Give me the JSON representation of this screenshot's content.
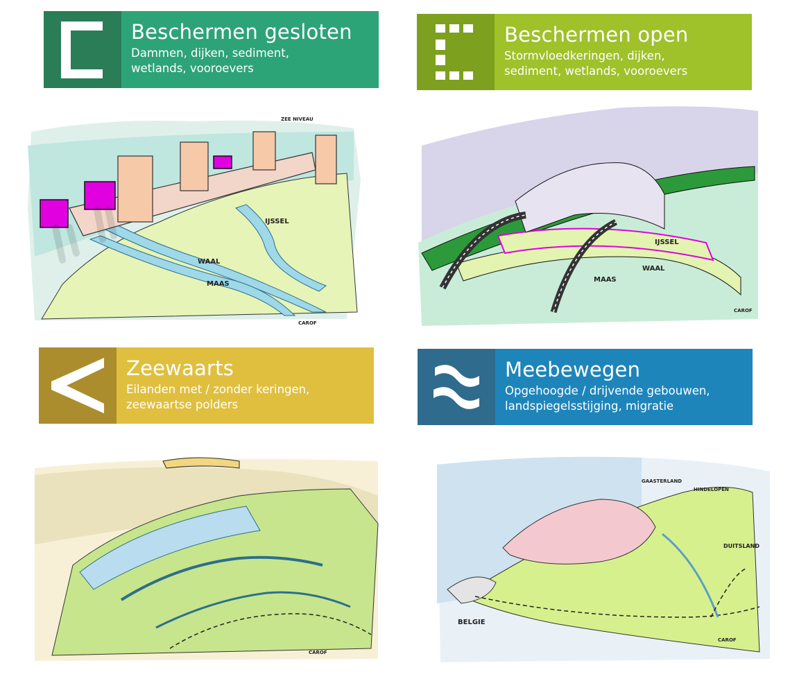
{
  "quadrants": [
    {
      "id": "beschermen-gesloten",
      "title": "Beschermen gesloten",
      "subtitle_line1": "Dammen, dijken, sediment,",
      "subtitle_line2": "wetlands, vooroevers",
      "icon": "closed-bracket-icon",
      "color_dark": "#2a7d57",
      "color_light": "#2da378",
      "labels": {
        "ijssel": "IJSSEL",
        "waal": "WAAL",
        "maas": "MAAS",
        "zeeniveau": "ZEE NIVEAU",
        "signature": "CAROF"
      }
    },
    {
      "id": "beschermen-open",
      "title": "Beschermen open",
      "subtitle_line1": "Stormvloedkeringen, dijken,",
      "subtitle_line2": "sediment, wetlands, vooroevers",
      "icon": "dashed-bracket-icon",
      "color_dark": "#7da01f",
      "color_light": "#9fc12a",
      "labels": {
        "ijssel": "IJSSEL",
        "waal": "WAAL",
        "maas": "MAAS",
        "signature": "CAROF"
      }
    },
    {
      "id": "zeewaarts",
      "title": "Zeewaarts",
      "subtitle_line1": "Eilanden met / zonder keringen,",
      "subtitle_line2": "zeewaartse polders",
      "icon": "chevron-left-icon",
      "color_dark": "#ab8d2d",
      "color_light": "#e0bf3f",
      "labels": {
        "signature": "CAROF"
      }
    },
    {
      "id": "meebewegen",
      "title": "Meebewegen",
      "subtitle_line1": "Opgehoogde / drijvende gebouwen,",
      "subtitle_line2": "landspiegelsstijging, migratie",
      "icon": "waves-icon",
      "color_dark": "#2f6b8c",
      "color_light": "#1e85bb",
      "labels": {
        "belgie": "BELGIE",
        "duitsland": "DUITSLAND",
        "gaasterland": "GAASTERLAND",
        "hindeloopen": "HINDELOPEN",
        "signature": "CAROF"
      }
    }
  ]
}
